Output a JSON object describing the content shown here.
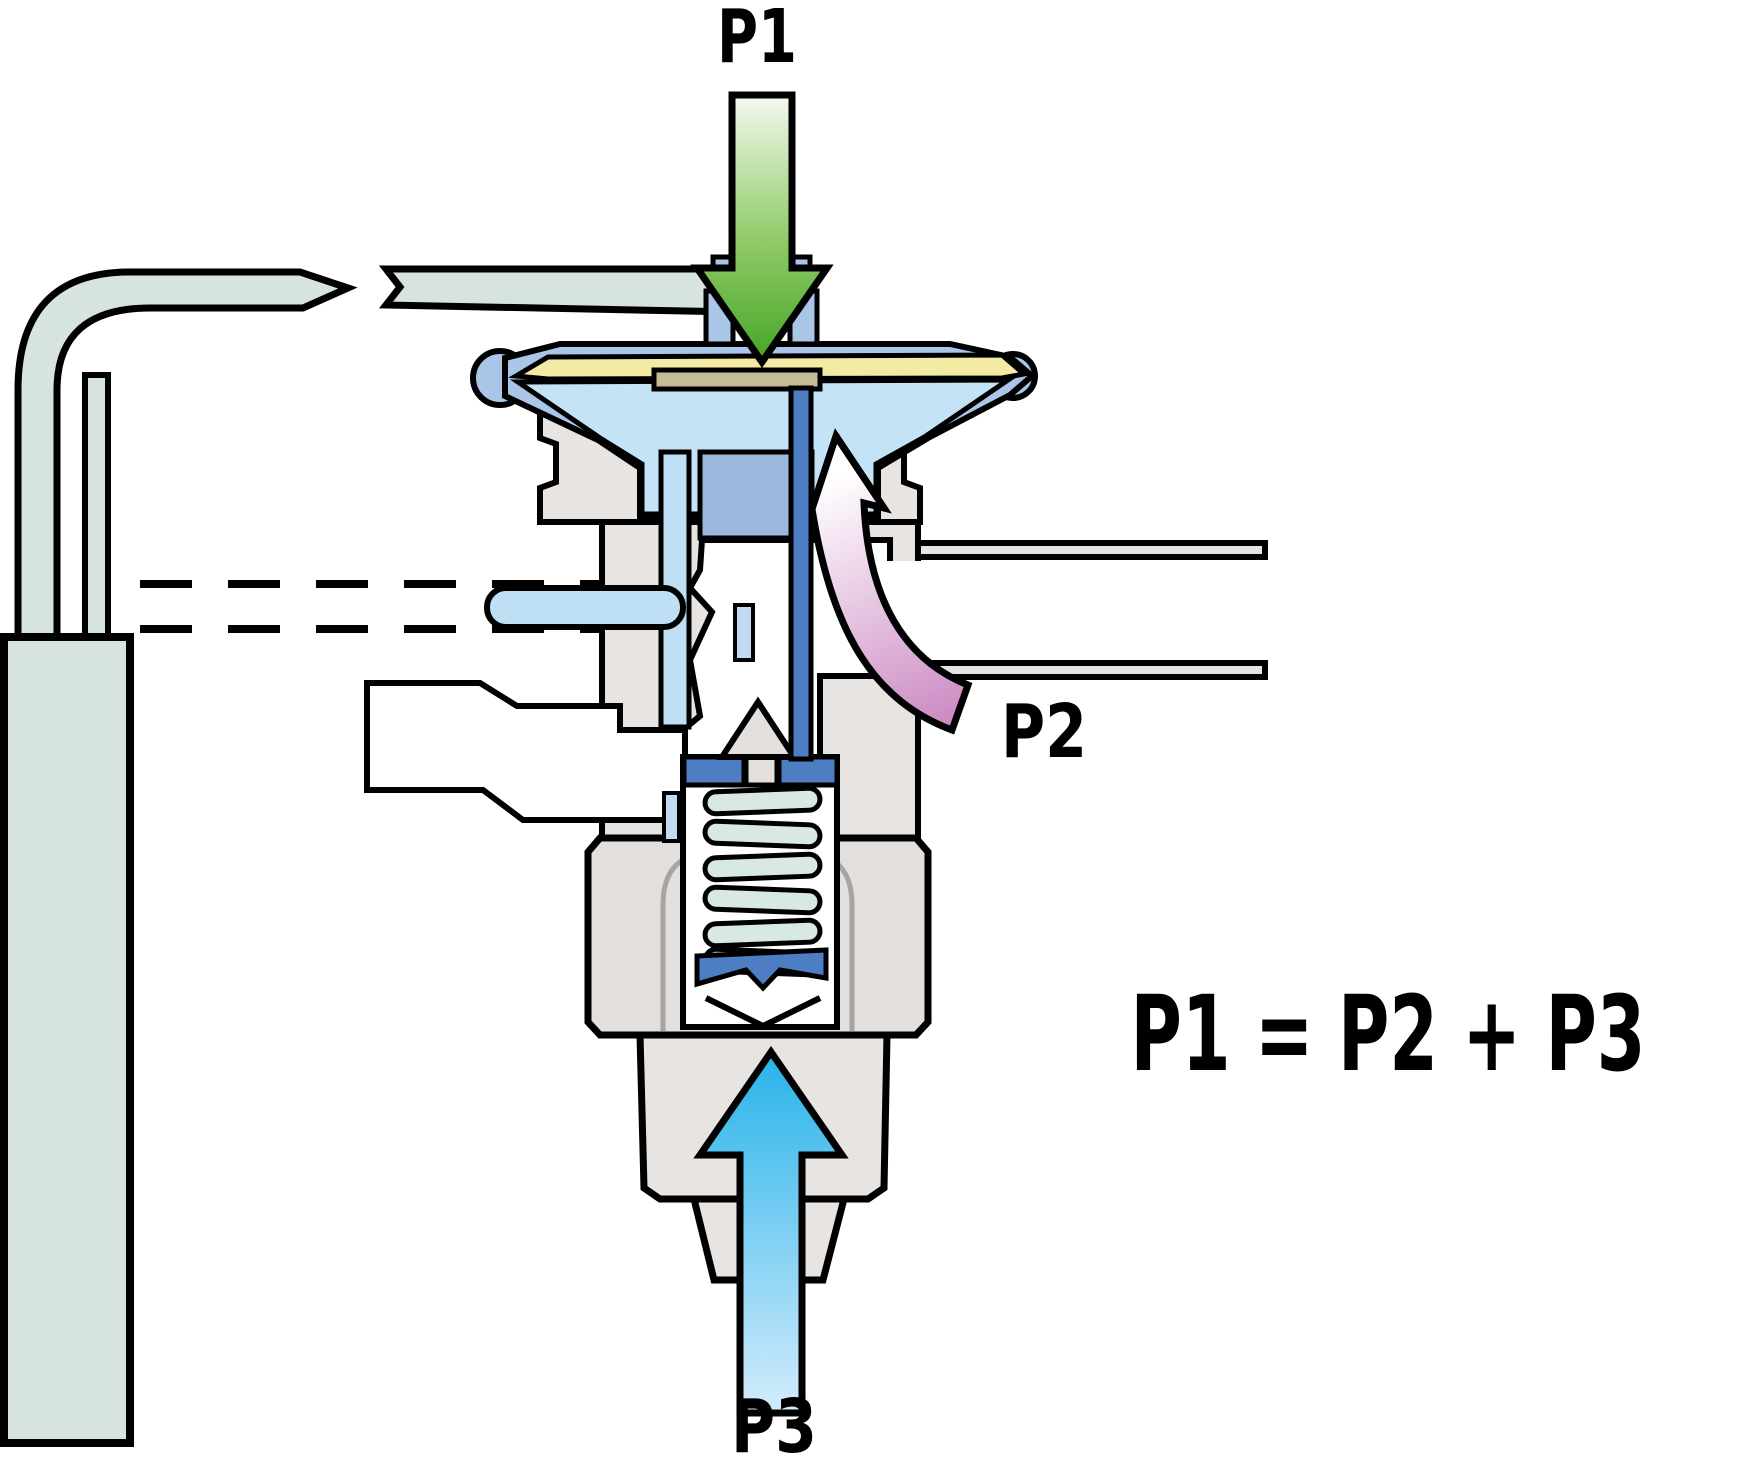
{
  "labels": {
    "p1": "P1",
    "p2": "P2",
    "p3": "P3",
    "equation": "P1 = P2 + P3"
  },
  "colors": {
    "outline": "#000000",
    "white": "#ffffff",
    "tube": "#d7e3e1",
    "shell": "#a9c5e7",
    "yellow": "#f3eba3",
    "tan": "#c5bb97",
    "chamber": "#c5e3f6",
    "cage": "#9cb8dc",
    "equalizer": "#bfe0f4",
    "pin_blue": "#4d7ec4",
    "coil": "#d8e8e3",
    "body_gray": "#e7e4e1",
    "nut_gray": "#e3dfdd",
    "facet_gray": "#a5a5a5",
    "slot_blue": "#c3daf0",
    "p1_light": "#f4faf0",
    "p1_mid": "#8fca66",
    "p1_dark": "#44a628",
    "p3_light": "#d3ecfc",
    "p3_dark": "#27b3ea",
    "p2_light": "#ffffff",
    "p2_dark": "#cd8cc4",
    "text": "#000000"
  }
}
